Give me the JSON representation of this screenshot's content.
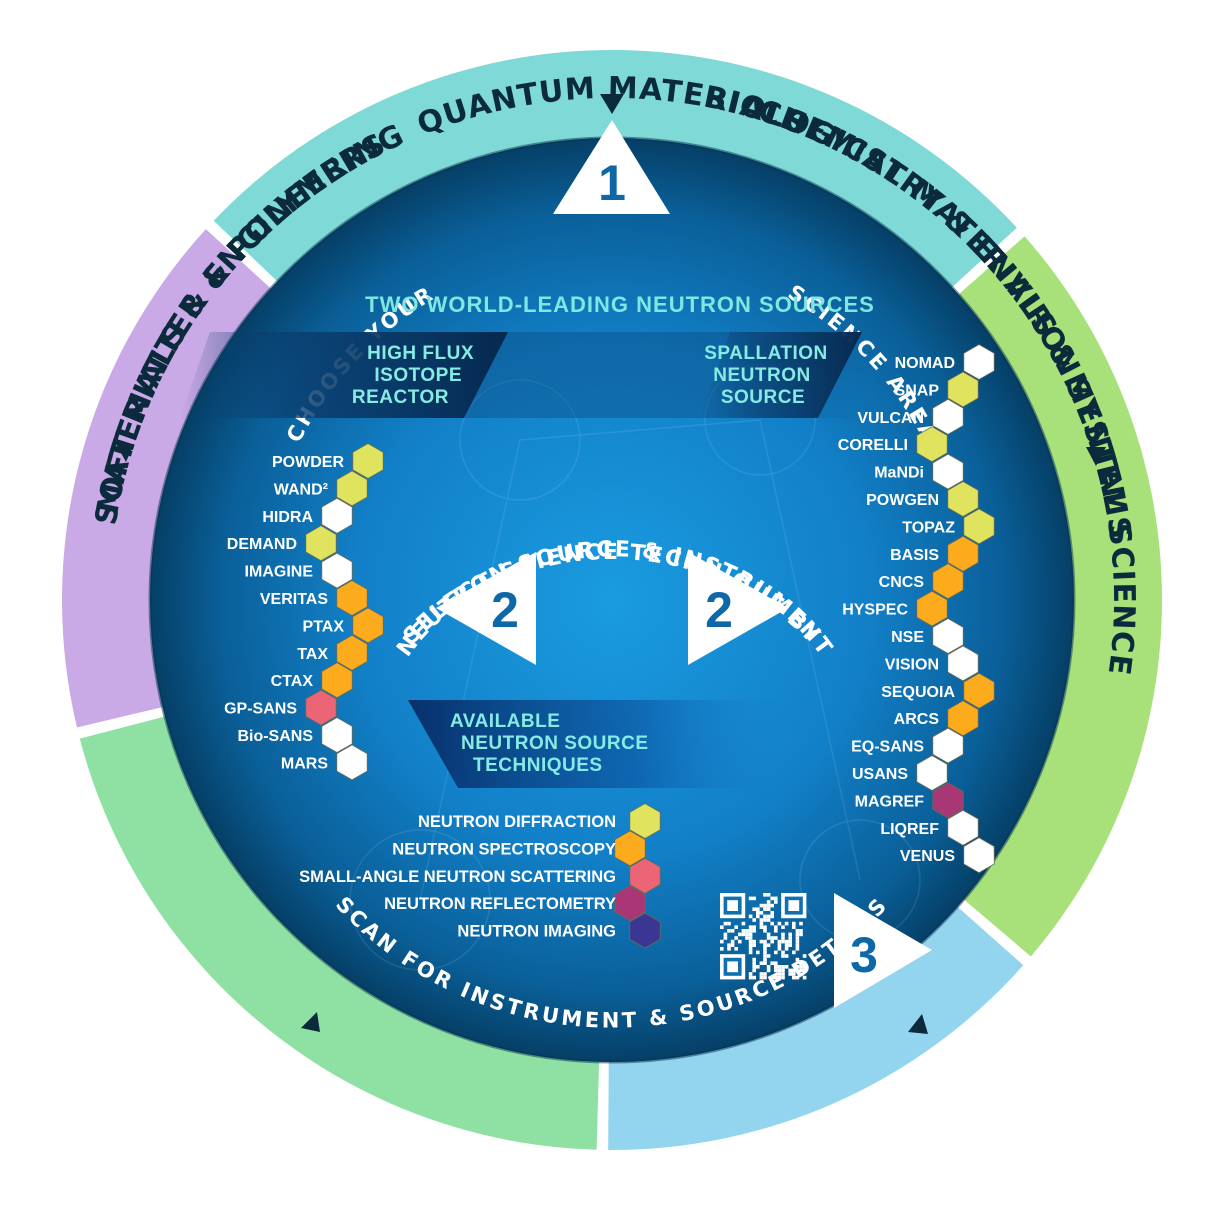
{
  "segments": [
    {
      "name": "quantum-materials",
      "label": "QUANTUM MATERIALS",
      "color": "#7fd9d6"
    },
    {
      "name": "biological-materials-systems",
      "label": "BIOLOGICAL MATERIALS & SYSTEMS",
      "color": "#a8e07a"
    },
    {
      "name": "chemistry-environmental-science",
      "label": "CHEMISTRY & ENVIRONMENTAL SCIENCE",
      "color": "#93d4ef"
    },
    {
      "name": "materials-engineering",
      "label": "MATERIALS & ENGINEERING",
      "color": "#8fe0a3"
    },
    {
      "name": "soft-matter-polymers",
      "label": "SOFT MATTER & POLYMERS",
      "color": "#c9a9e6"
    }
  ],
  "step1": {
    "number": "1",
    "left_text": "CHOOSE YOUR",
    "right_text": "SCIENCE AREA"
  },
  "sources_heading": "TWO WORLD-LEADING NEUTRON SOURCES",
  "hfir": {
    "lines": [
      "HIGH FLUX",
      "ISOTOPE",
      "REACTOR"
    ]
  },
  "sns": {
    "lines": [
      "SPALLATION",
      "NEUTRON",
      "SOURCE"
    ]
  },
  "step2": {
    "number": "2",
    "arc_line1": "SELECT SCIENCE TECHNIQUE BY",
    "arc_line2": "NEUTRON SOURCE & INSTRUMENT"
  },
  "techniques_banner": {
    "lines": [
      "AVAILABLE",
      "NEUTRON SOURCE",
      "TECHNIQUES"
    ]
  },
  "step3": {
    "number": "3",
    "arc_text": "SCAN FOR INSTRUMENT & SOURCE DETAILS",
    "qr_icon": "qr-code-icon"
  },
  "technique_colors": {
    "diffraction": "#e0e35e",
    "spectroscopy": "#fbab1c",
    "sans": "#eb6577",
    "reflectometry": "#a93675",
    "imaging": "#3b3593",
    "none": "#ffffff"
  },
  "legend": [
    {
      "label": "NEUTRON DIFFRACTION",
      "technique": "diffraction"
    },
    {
      "label": "NEUTRON SPECTROSCOPY",
      "technique": "spectroscopy"
    },
    {
      "label": "SMALL-ANGLE NEUTRON SCATTERING",
      "technique": "sans"
    },
    {
      "label": "NEUTRON REFLECTOMETRY",
      "technique": "reflectometry"
    },
    {
      "label": "NEUTRON IMAGING",
      "technique": "imaging"
    }
  ],
  "hfir_instruments": [
    {
      "label": "POWDER",
      "technique": "diffraction"
    },
    {
      "label": "WAND²",
      "technique": "diffraction"
    },
    {
      "label": "HIDRA",
      "technique": "none"
    },
    {
      "label": "DEMAND",
      "technique": "diffraction"
    },
    {
      "label": "IMAGINE",
      "technique": "none"
    },
    {
      "label": "VERITAS",
      "technique": "spectroscopy"
    },
    {
      "label": "PTAX",
      "technique": "spectroscopy"
    },
    {
      "label": "TAX",
      "technique": "spectroscopy"
    },
    {
      "label": "CTAX",
      "technique": "spectroscopy"
    },
    {
      "label": "GP-SANS",
      "technique": "sans"
    },
    {
      "label": "Bio-SANS",
      "technique": "none"
    },
    {
      "label": "MARS",
      "technique": "none"
    }
  ],
  "sns_instruments": [
    {
      "label": "NOMAD",
      "technique": "none"
    },
    {
      "label": "SNAP",
      "technique": "diffraction"
    },
    {
      "label": "VULCAN",
      "technique": "none"
    },
    {
      "label": "CORELLI",
      "technique": "diffraction"
    },
    {
      "label": "MaNDi",
      "technique": "none"
    },
    {
      "label": "POWGEN",
      "technique": "diffraction"
    },
    {
      "label": "TOPAZ",
      "technique": "diffraction"
    },
    {
      "label": "BASIS",
      "technique": "spectroscopy"
    },
    {
      "label": "CNCS",
      "technique": "spectroscopy"
    },
    {
      "label": "HYSPEC",
      "technique": "spectroscopy"
    },
    {
      "label": "NSE",
      "technique": "none"
    },
    {
      "label": "VISION",
      "technique": "none"
    },
    {
      "label": "SEQUOIA",
      "technique": "spectroscopy"
    },
    {
      "label": "ARCS",
      "technique": "spectroscopy"
    },
    {
      "label": "EQ-SANS",
      "technique": "none"
    },
    {
      "label": "USANS",
      "technique": "none"
    },
    {
      "label": "MAGREF",
      "technique": "reflectometry"
    },
    {
      "label": "LIQREF",
      "technique": "none"
    },
    {
      "label": "VENUS",
      "technique": "none"
    }
  ]
}
